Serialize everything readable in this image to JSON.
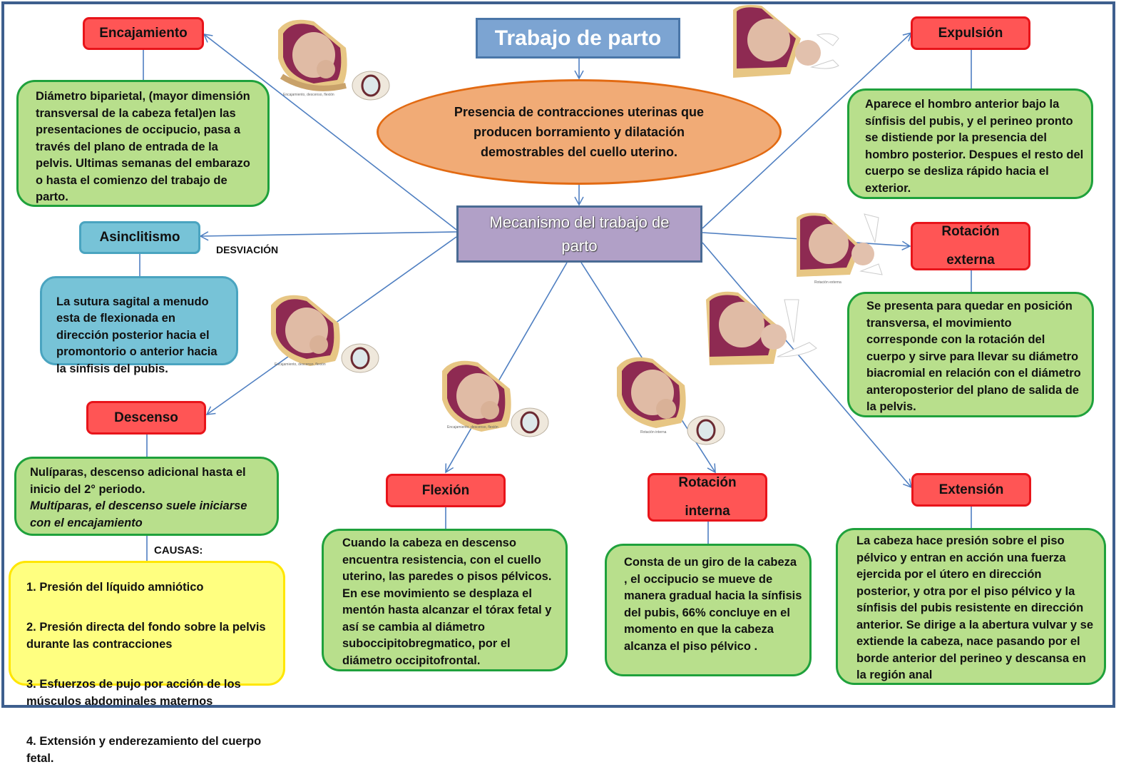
{
  "title": "Trabajo de parto",
  "definition": "Presencia de contracciones uterinas que producen borramiento y dilatación demostrables del cuello uterino.",
  "central": "Mecanismo del trabajo de parto",
  "deviation_label": "DESVIACIÓN",
  "causes_label": "CAUSAS:",
  "stages": {
    "encajamiento": {
      "title": "Encajamiento",
      "text": "Diámetro biparietal, (mayor dimensión transversal de la cabeza fetal)en las presentaciones de occipucio, pasa a través del plano de entrada de la pelvis. Ultimas semanas del embarazo o hasta el comienzo del trabajo de parto."
    },
    "asinclitismo": {
      "title": "Asinclitismo",
      "text": "La sutura sagital a menudo esta de flexionada en dirección posterior hacia el promontorio o anterior hacia la sínfisis del pubis."
    },
    "descenso": {
      "title": "Descenso",
      "text_line1": "Nulíparas, descenso adicional hasta el inicio del  2° periodo.",
      "text_line2": "Multíparas, el descenso suele iniciarse con el encajamiento",
      "causes": [
        "1. Presión del líquido amniótico",
        "2. Presión directa del fondo sobre la pelvis durante las contracciones",
        "3. Esfuerzos de pujo por acción de los músculos abdominales maternos",
        "4. Extensión y enderezamiento del cuerpo fetal."
      ]
    },
    "flexion": {
      "title": "Flexión",
      "text": "Cuando la cabeza en descenso encuentra resistencia, con el cuello uterino, las paredes o pisos pélvicos. En ese movimiento se desplaza el mentón hasta alcanzar el tórax fetal y así se cambia al diámetro suboccipitobregmatico, por el diámetro occipitofrontal."
    },
    "rotacion_interna": {
      "title_line1": "Rotación",
      "title_line2": "interna",
      "text": "Consta de un giro de la cabeza , el occipucio se mueve de manera gradual hacia la sínfisis del pubis, 66% concluye en el momento en que la cabeza alcanza el piso pélvico ."
    },
    "extension": {
      "title": "Extensión",
      "text": "La cabeza hace presión sobre el piso pélvico y entran en acción una fuerza ejercida por el útero en dirección posterior, y otra por el piso pélvico y la sínfisis del pubis resistente en dirección anterior.  Se dirige a la abertura vulvar  y se extiende la cabeza, nace pasando por el borde anterior del perineo  y descansa en la región anal"
    },
    "rotacion_externa": {
      "title_line1": "Rotación",
      "title_line2": "externa",
      "text": "Se presenta para  quedar en posición transversa, el movimiento corresponde con la rotación del cuerpo y sirve para llevar su diámetro biacromial en relación con el diámetro anteroposterior del plano de salida de la pelvis."
    },
    "expulsion": {
      "title": "Expulsión",
      "text": "Aparece el hombro anterior bajo la sínfisis del pubis, y el perineo pronto se distiende por la presencia del hombro posterior.  Despues el resto del cuerpo  se desliza rápido hacia el exterior."
    }
  },
  "illustration_captions": {
    "encajamiento": "Encajamiento, descenso, flexión",
    "rotacion_interna": "Rotación interna",
    "rotacion_externa": "Rotación externa"
  }
}
